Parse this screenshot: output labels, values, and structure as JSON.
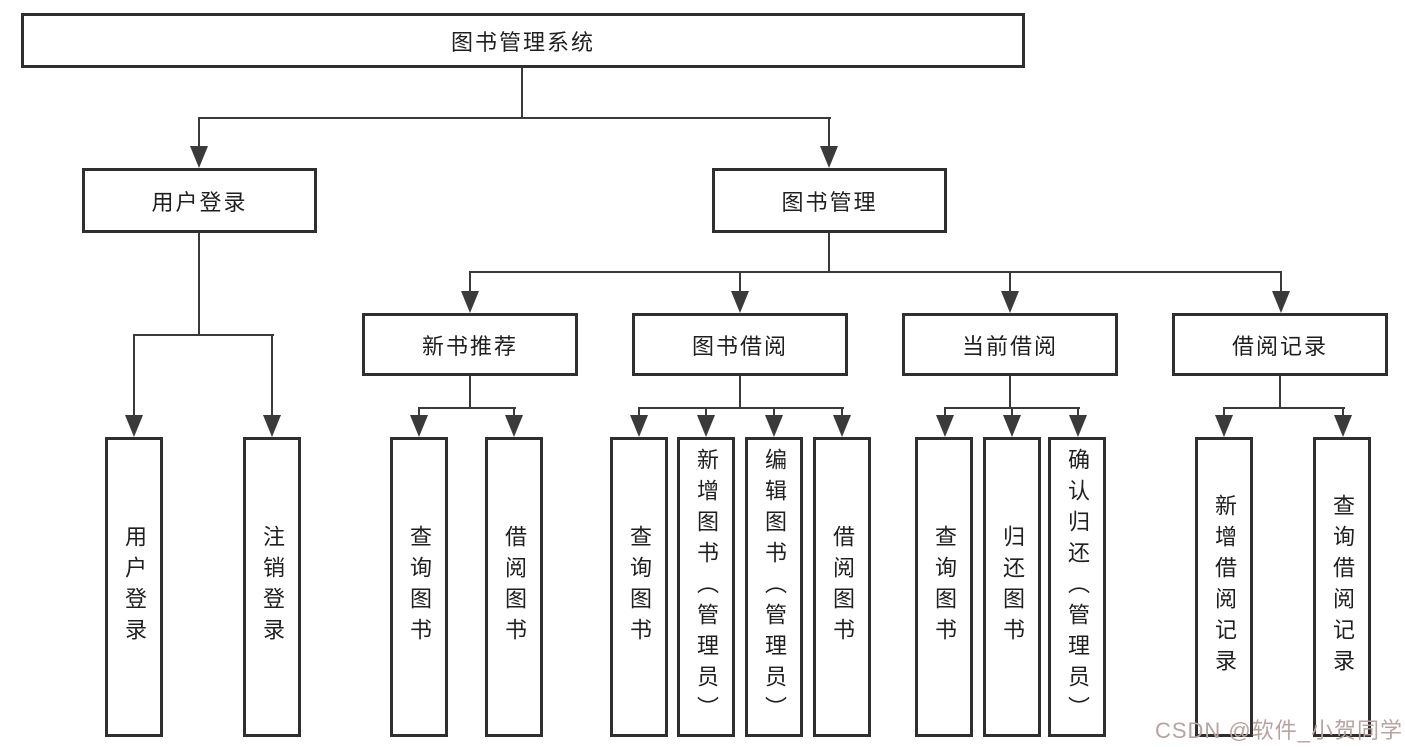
{
  "colors": {
    "line": "#3a3a3a",
    "border": "#2f2f2f",
    "text": "#1f1f1f",
    "watermark": "#b9a3a0",
    "background": "#ffffff"
  },
  "watermark": {
    "text": "CSDN @软件_小贺同学"
  },
  "tree": {
    "label": "图书管理系统",
    "children": [
      {
        "label": "用户登录",
        "children": [
          {
            "label": "用户登录"
          },
          {
            "label": "注销登录"
          }
        ]
      },
      {
        "label": "图书管理",
        "children": [
          {
            "label": "新书推荐",
            "children": [
              {
                "label": "查询图书"
              },
              {
                "label": "借阅图书"
              }
            ]
          },
          {
            "label": "图书借阅",
            "children": [
              {
                "label": "查询图书"
              },
              {
                "label": "新增图书（管理员）"
              },
              {
                "label": "编辑图书（管理员）"
              },
              {
                "label": "借阅图书"
              }
            ]
          },
          {
            "label": "当前借阅",
            "children": [
              {
                "label": "查询图书"
              },
              {
                "label": "归还图书"
              },
              {
                "label": "确认归还（管理员）"
              }
            ]
          },
          {
            "label": "借阅记录",
            "children": [
              {
                "label": "新增借阅记录"
              },
              {
                "label": "查询借阅记录"
              }
            ]
          }
        ]
      }
    ]
  }
}
